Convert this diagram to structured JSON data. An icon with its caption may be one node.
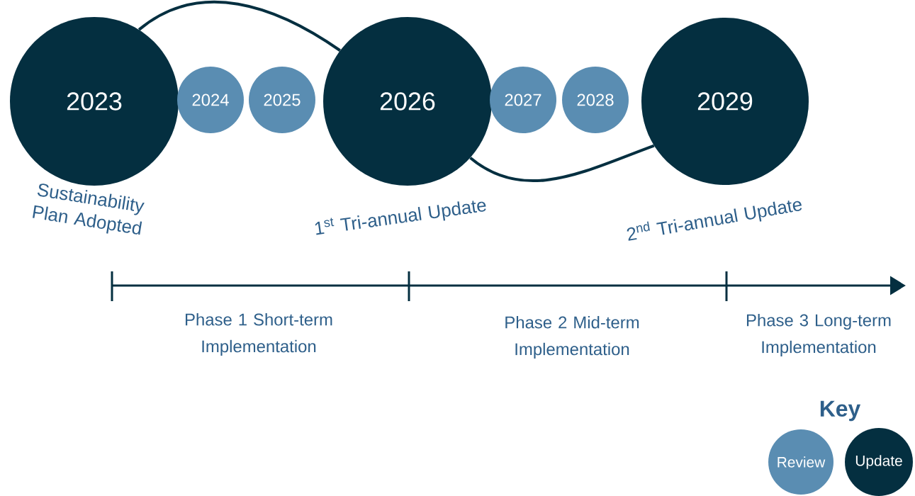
{
  "diagram": {
    "nodes": [
      {
        "text": [
          "2023"
        ],
        "beside": [
          "Sustainability Plan Adopted"
        ]
      },
      {
        "text": [
          "2024"
        ]
      },
      {
        "text": [
          "2025"
        ]
      },
      {
        "text": [
          "2026"
        ],
        "beside": [
          "1$^{st}$ Tri-annual Update"
        ]
      },
      {
        "text": [
          "2027"
        ]
      },
      {
        "text": [
          "2028"
        ]
      },
      {
        "text": [
          "2029"
        ],
        "beside": [
          "2$^{nd}$ Tri-annual Update"
        ]
      }
    ],
    "edges": [
      {
        "from": 0,
        "to": 3,
        "arrow": "none"
      },
      {
        "from": 3,
        "to": 6,
        "arrow": "none"
      }
    ],
    "labels": [
      "Phase 1 Short-term Implementation",
      "Phase 2 Mid-term Implementation",
      "Phase 3 Long-term Implementation",
      "Key"
    ],
    "legend": [
      {
        "text": "Review",
        "color": "#5a8db2"
      },
      {
        "text": "Update",
        "color": "#042f40"
      }
    ]
  }
}
